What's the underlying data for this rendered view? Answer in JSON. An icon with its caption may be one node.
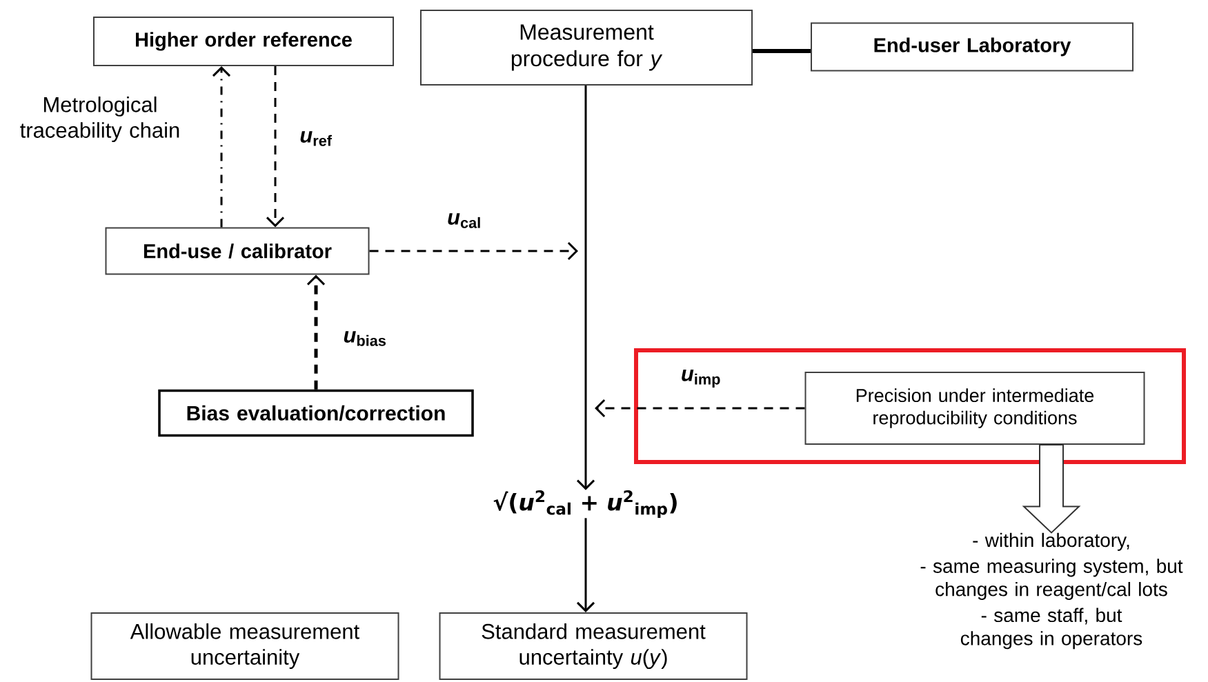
{
  "diagram": {
    "nodes": [
      {
        "text": [
          "Higher order reference"
        ]
      },
      {
        "text": [
          "Measurement procedure for *y*"
        ]
      },
      {
        "text": [
          "End-user Laboratory"
        ]
      },
      {
        "text": [
          "End-use / calibrator"
        ]
      },
      {
        "text": [
          "Bias evaluation/correction"
        ]
      },
      {
        "text": [],
        "shape": "box"
      },
      {
        "text": [
          "Precision under intermediate reproducibility conditions"
        ],
        "in": 5
      },
      {
        "text": [
          "√(*u*$^{2}$$_{cal}$ + *u*$^{2}$$_{imp}$)"
        ]
      },
      {
        "text": [
          "Allowable measurement uncertainity"
        ]
      },
      {
        "text": [
          "Standard measurement uncertainty *u*(*y*)"
        ]
      },
      {
        "text": [
          "- within laboratory,",
          "- same measuring system, but changes in reagent/cal lots",
          "- same staff, but changes in operators"
        ]
      }
    ],
    "edges": [
      {
        "from": 3,
        "to": 0,
        "arrow": "to",
        "style": "dashed",
        "label": "Metrological traceability chain"
      },
      {
        "from": 0,
        "to": 3,
        "arrow": "to",
        "style": "dashed",
        "label": "*u*$_{ref}$"
      },
      {
        "from": 3,
        "to": null,
        "arrow": "to",
        "style": "dashed",
        "label": "*u*$_{cal}$"
      },
      {
        "from": 4,
        "to": 3,
        "arrow": "to",
        "style": "dashed",
        "label": "*u*$_{bias}$"
      },
      {
        "from": 6,
        "to": null,
        "arrow": "to",
        "style": "dashed",
        "label": "*u*$_{imp}$"
      },
      {
        "from": 1,
        "to": 7,
        "arrow": "to"
      },
      {
        "from": 7,
        "to": 9,
        "arrow": "to"
      },
      {
        "from": 1,
        "to": 2,
        "arrow": "none",
        "style": "thick"
      },
      {
        "from": 6,
        "to": 10,
        "arrow": "to"
      }
    ]
  }
}
